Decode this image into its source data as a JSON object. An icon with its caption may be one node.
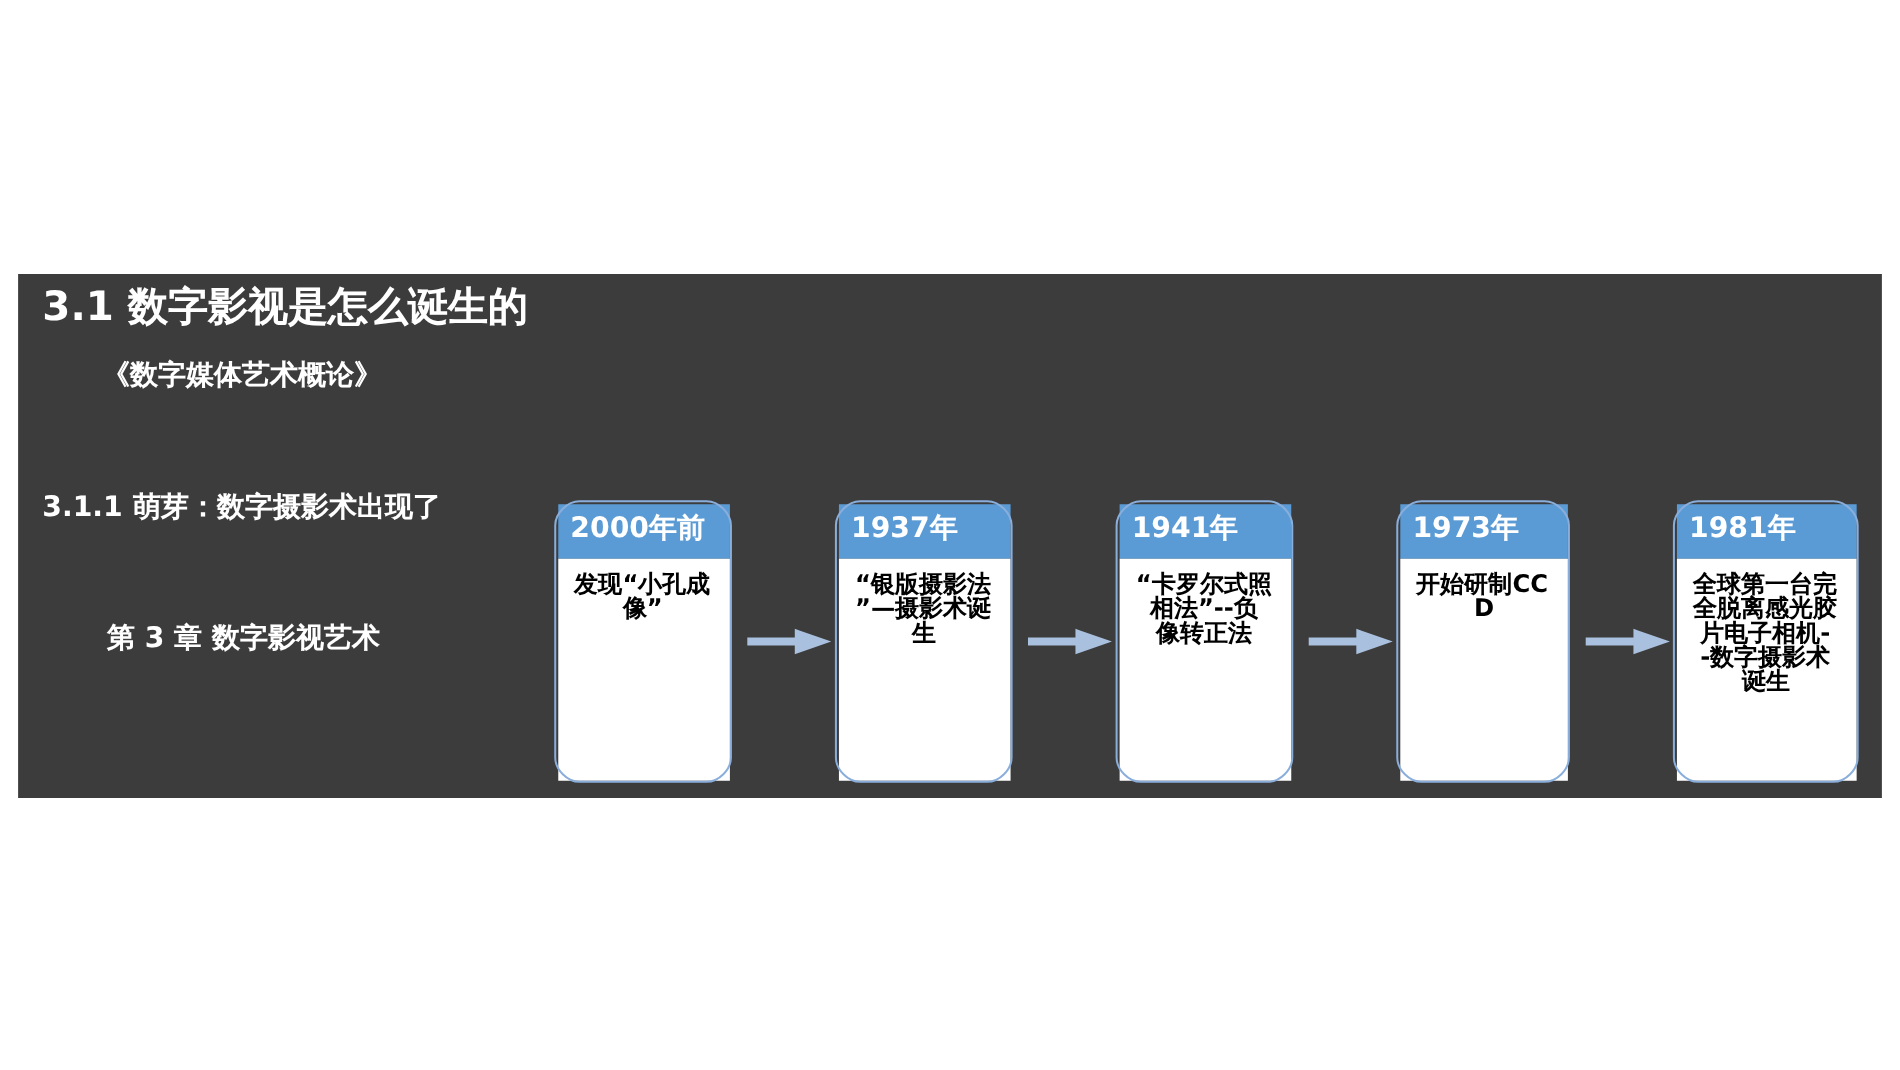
{
  "diagram": {
    "title": "3.1 数字影视是怎么诞生的",
    "nodes": [
      {
        "text": [
          "2000年前",
          "发现“小孔成像”"
        ]
      },
      {
        "text": [
          "1937年",
          "“银版摄影法”—摄影术诞生"
        ]
      },
      {
        "text": [
          "1941年",
          "“卡罗尔式照相法”--负像转正法"
        ]
      },
      {
        "text": [
          "1973年",
          "开始研制CCD"
        ]
      },
      {
        "text": [
          "1981年",
          "全球第一台完全脱离感光胶片电子相机--数字摄影术诞生"
        ]
      }
    ],
    "edges": [
      {
        "from": 0,
        "to": 1,
        "arrow": "to"
      },
      {
        "from": 1,
        "to": 2,
        "arrow": "to"
      },
      {
        "from": 2,
        "to": 3,
        "arrow": "to"
      },
      {
        "from": 3,
        "to": 4,
        "arrow": "to"
      }
    ],
    "labels": [
      "第 3 章 数字影视艺术",
      "3.1.1 萌芽：数字摄影术出现了",
      "《数字媒体艺术概论》"
    ]
  }
}
